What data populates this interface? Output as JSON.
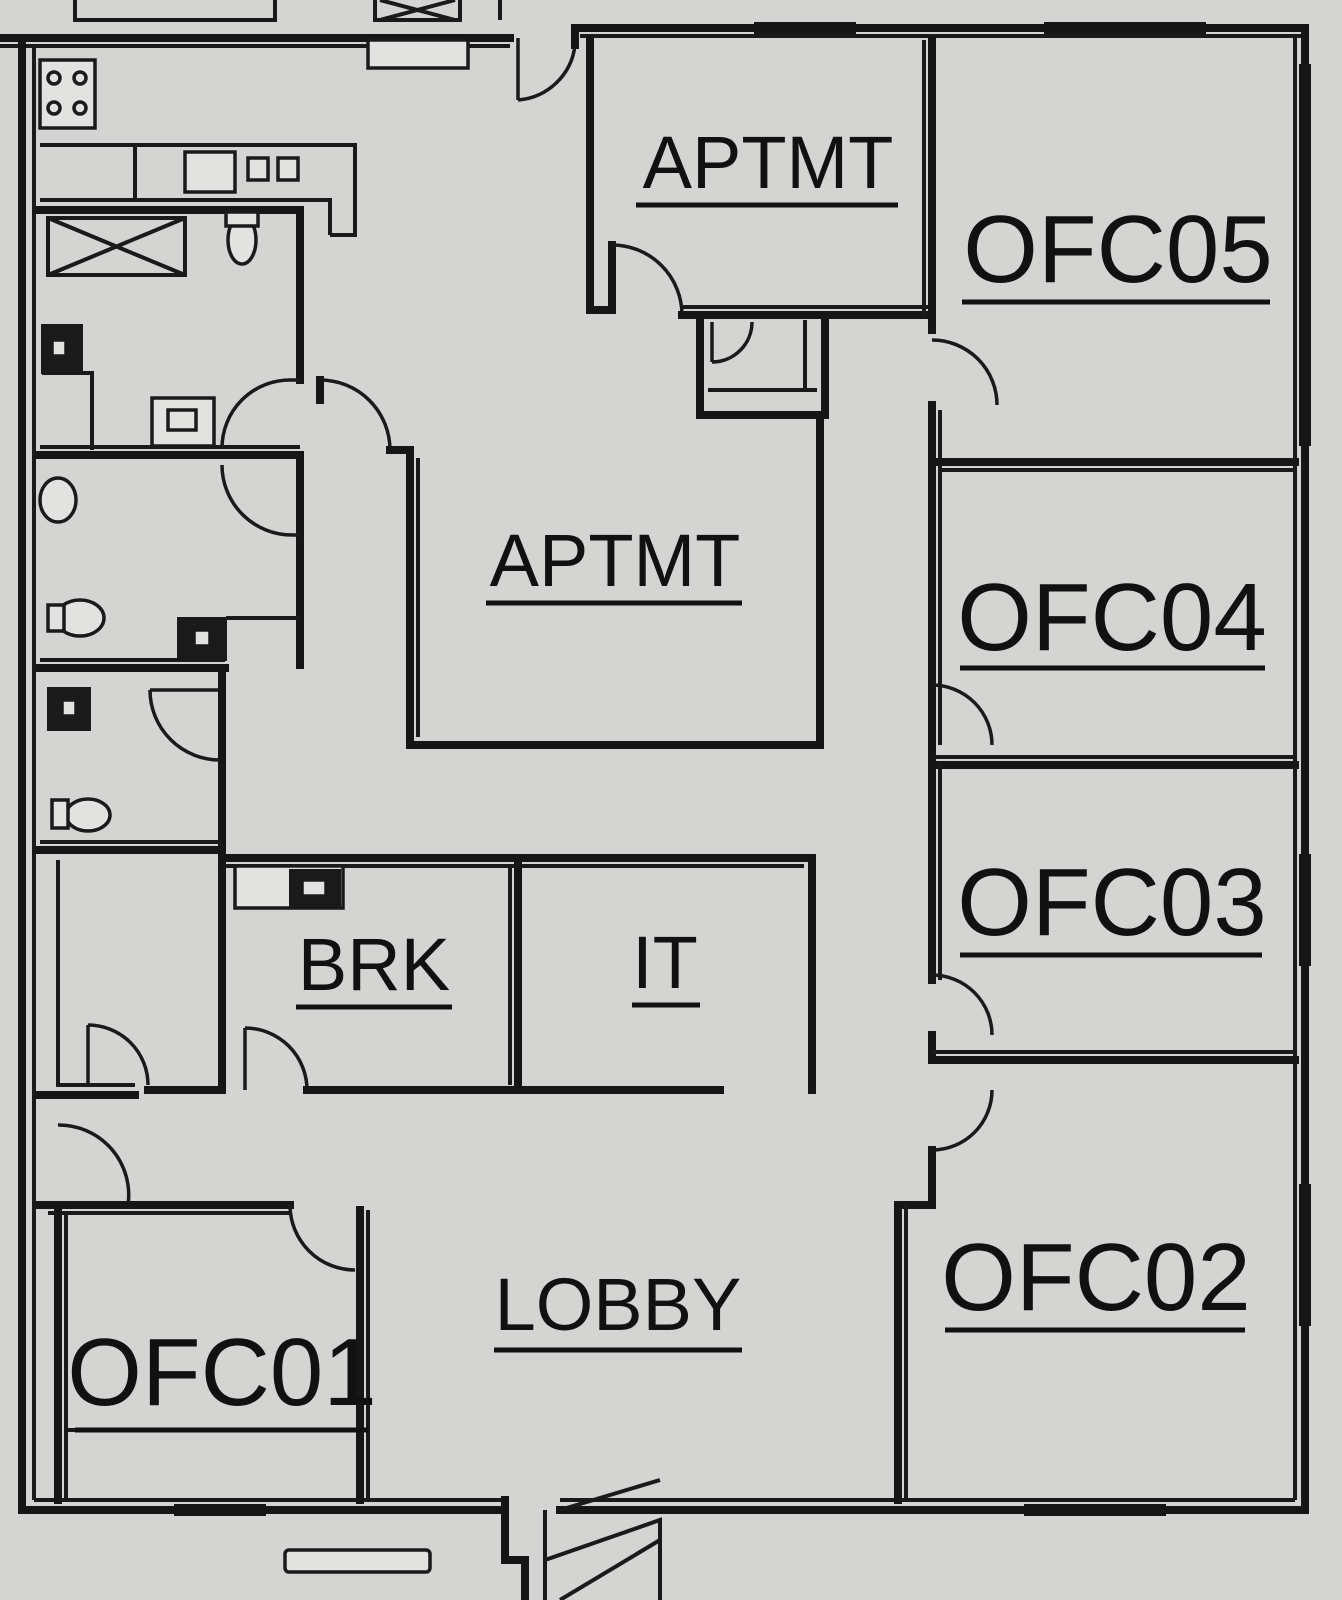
{
  "floor_plan": {
    "rooms": [
      {
        "id": "aptmt-upper",
        "label": "APTMT"
      },
      {
        "id": "aptmt-center",
        "label": "APTMT"
      },
      {
        "id": "ofc05",
        "label": "OFC05"
      },
      {
        "id": "ofc04",
        "label": "OFC04"
      },
      {
        "id": "ofc03",
        "label": "OFC03"
      },
      {
        "id": "ofc02",
        "label": "OFC02"
      },
      {
        "id": "ofc01",
        "label": "OFC01"
      },
      {
        "id": "brk",
        "label": "BRK"
      },
      {
        "id": "it",
        "label": "IT"
      },
      {
        "id": "lobby",
        "label": "LOBBY"
      }
    ],
    "colors": {
      "paper": "#d4d4d2",
      "ink": "#161616"
    }
  }
}
